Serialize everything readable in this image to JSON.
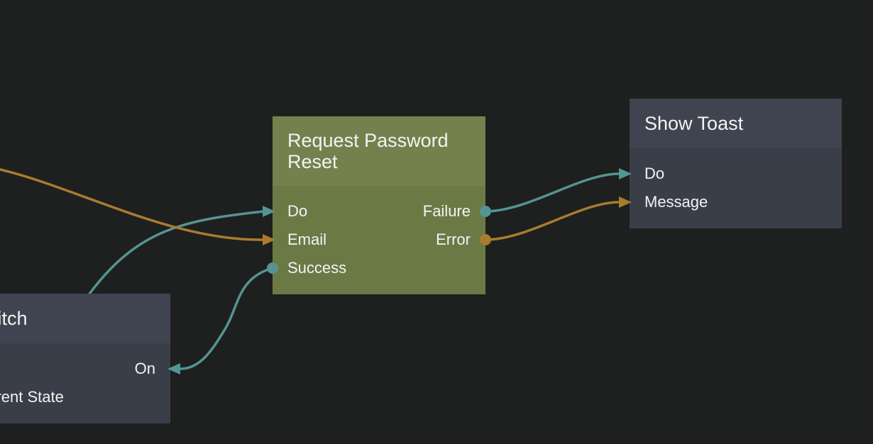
{
  "editor": {
    "kind_label": "node graph canvas"
  },
  "colors": {
    "background": "#1e1f1f",
    "teal_wire": "#549492",
    "orange_wire": "#a87c2e",
    "green_node_header": "#74814d",
    "green_node_body": "#6b7a45",
    "dark_node_header": "#3f4450",
    "dark_node_body": "#3a3e49",
    "text": "#f3f3f3"
  },
  "nodes": {
    "switch": {
      "title": "Switch",
      "ports": {
        "on": "On",
        "current_state": "Current State"
      }
    },
    "request_password_reset": {
      "title": "Request Password Reset",
      "ports": {
        "do": "Do",
        "email": "Email",
        "success": "Success",
        "failure": "Failure",
        "error": "Error"
      }
    },
    "show_toast": {
      "title": "Show Toast",
      "ports": {
        "do": "Do",
        "message": "Message"
      }
    }
  },
  "connections": [
    {
      "from": "offscreen-left",
      "to": "request_password_reset.email",
      "color": "orange"
    },
    {
      "from": "offscreen-behind-switch",
      "to": "request_password_reset.do",
      "color": "teal"
    },
    {
      "from": "request_password_reset.success",
      "to": "switch.on",
      "color": "teal"
    },
    {
      "from": "request_password_reset.failure",
      "to": "show_toast.do",
      "color": "teal"
    },
    {
      "from": "request_password_reset.error",
      "to": "show_toast.message",
      "color": "orange"
    }
  ]
}
